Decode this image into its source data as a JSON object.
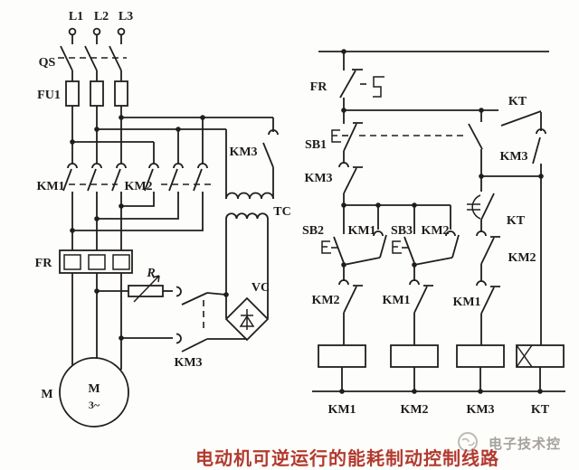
{
  "title": {
    "text": "电动机可逆运行的能耗制动控制线路",
    "color": "#b23a2e"
  },
  "watermark": {
    "text": "电子技术控"
  },
  "power": {
    "phases": [
      "L1",
      "L2",
      "L3"
    ],
    "qs": "QS",
    "fu": "FU1",
    "km1": "KM1",
    "km2": "KM2",
    "km3_main": "KM3",
    "tc": "TC",
    "fr": "FR",
    "r": "R",
    "vc": "VC",
    "km3_brake": "KM3",
    "motor_outside": "M",
    "motor_inside": "M",
    "motor_phase": "3~"
  },
  "control": {
    "fr": "FR",
    "sb1": "SB1",
    "km3_interlock": "KM3",
    "branch_row": [
      "SB2",
      "KM1",
      "SB3",
      "KM2"
    ],
    "km2_nc": "KM2",
    "km1_nc": "KM1",
    "kt_no": "KT",
    "km3_hold": "KM3",
    "kt_delay": "KT",
    "km2_nc2": "KM2",
    "km1_nc2": "KM1",
    "coils": [
      "KM1",
      "KM2",
      "KM3",
      "KT"
    ]
  }
}
